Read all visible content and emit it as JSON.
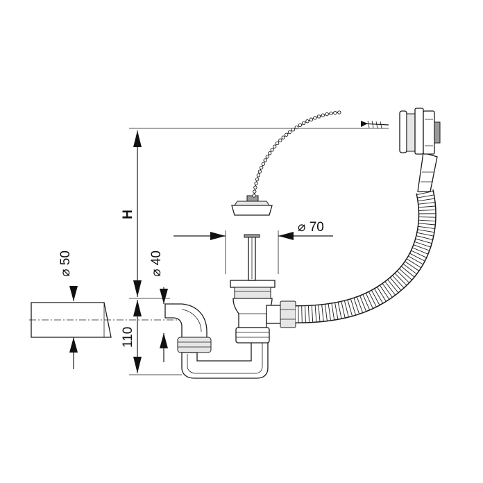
{
  "dimensions": {
    "height_label": "H",
    "outlet_diameter": "⌀ 50",
    "pipe_diameter": "⌀ 40",
    "waste_diameter": "⌀ 70",
    "trap_height": "110"
  },
  "colors": {
    "line": "#1a1a1a",
    "background": "#ffffff",
    "shade": "#e6e6e6"
  }
}
